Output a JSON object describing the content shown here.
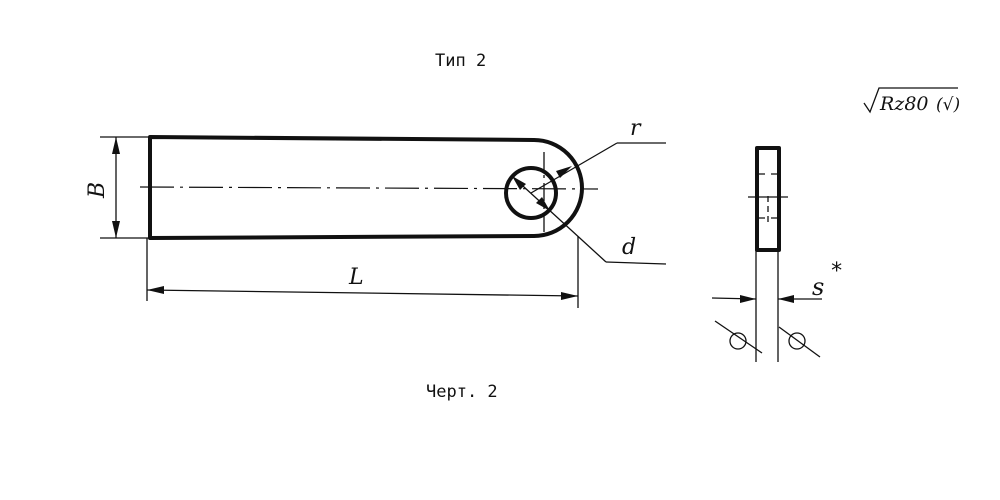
{
  "drawing": {
    "type_label": "Тип 2",
    "caption": "Черт. 2",
    "roughness": {
      "main": "Rz80",
      "suffix": "(√)"
    },
    "dimensions": {
      "width_label": "B",
      "length_label": "L",
      "radius_label": "r",
      "diameter_label": "d",
      "thickness_label": "s",
      "thickness_mark": "*"
    }
  }
}
